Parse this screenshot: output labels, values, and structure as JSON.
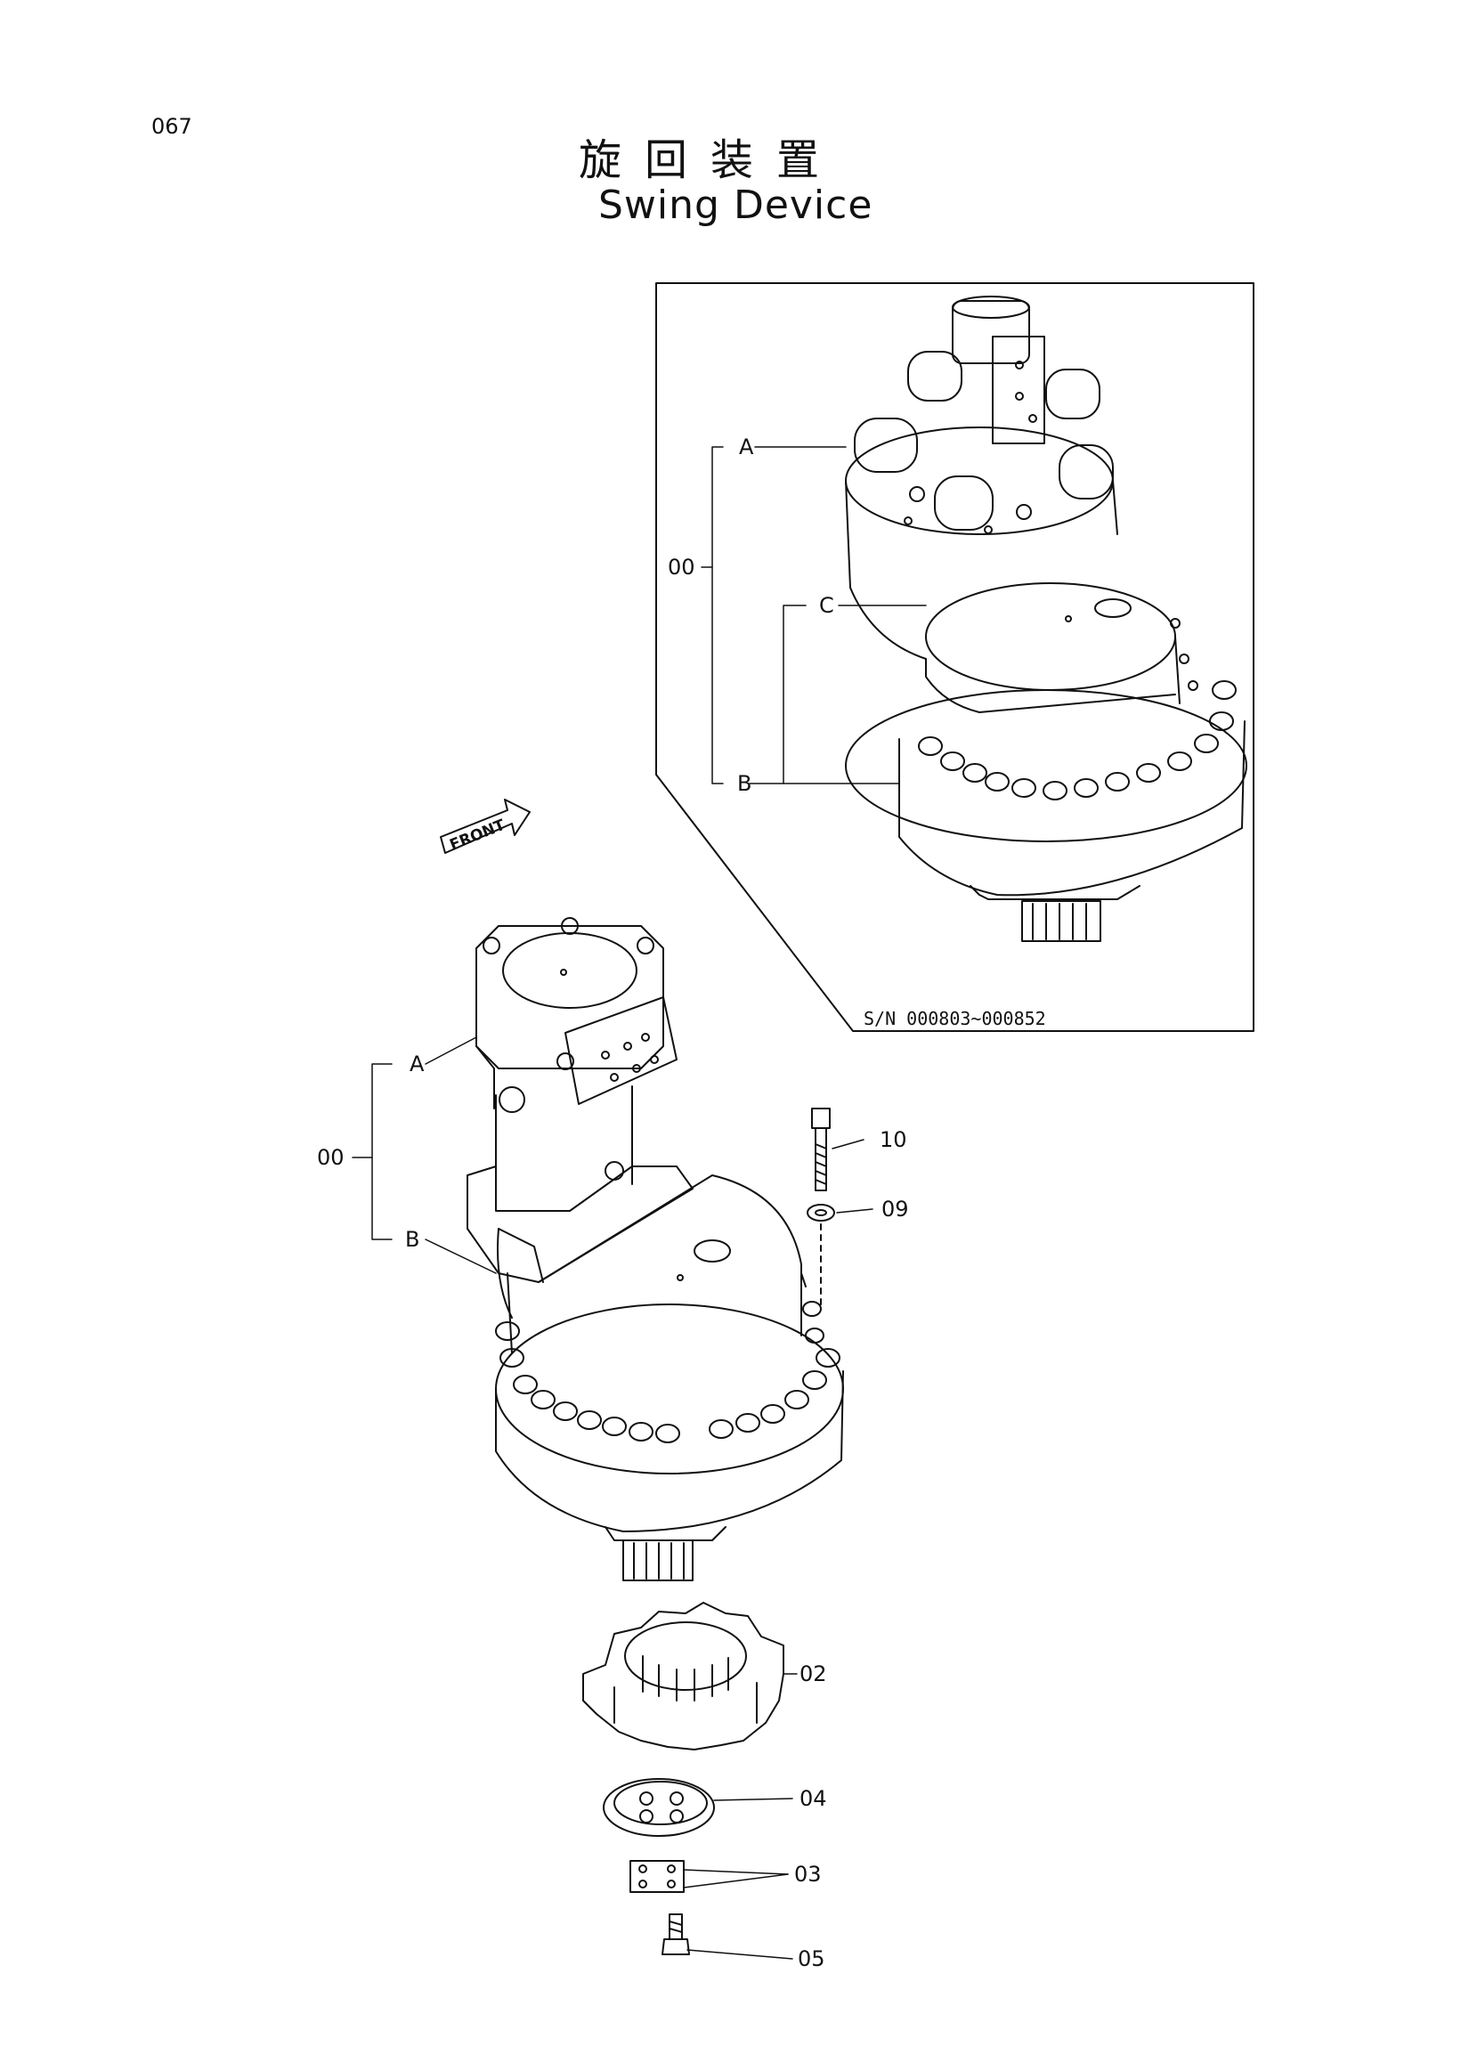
{
  "page_number": "067",
  "title_ja": "旋回装置",
  "title_en": "Swing Device",
  "front_label": "FRONT",
  "serial_range": "S/N 000803~000852",
  "inset_callouts": {
    "assembly": "00",
    "a": "A",
    "b": "B",
    "c": "C"
  },
  "main_callouts": {
    "assembly": "00",
    "a": "A",
    "b": "B",
    "bolt": "10",
    "washer": "09",
    "pinion": "02",
    "plate": "04",
    "lock_plate": "03",
    "screw": "05"
  }
}
